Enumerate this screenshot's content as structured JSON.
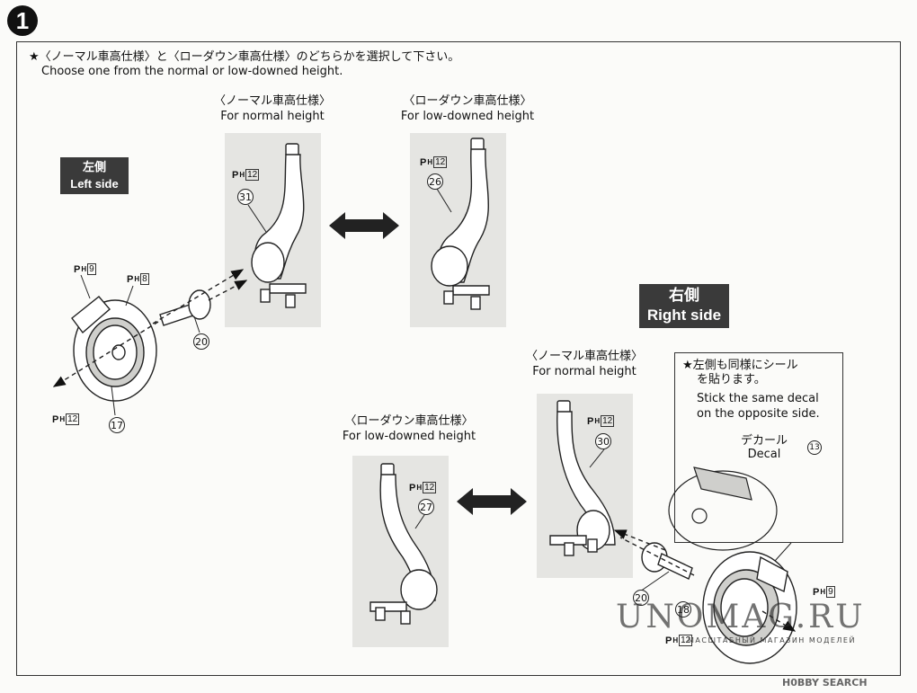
{
  "step": "1",
  "intro": {
    "jp": "★〈ノーマル車高仕様〉と〈ローダウン車高仕様〉のどちらかを選択して下さい。",
    "en": "Choose one from the normal or low-downed height."
  },
  "left_side": {
    "jp": "左側",
    "en": "Left side"
  },
  "right_side": {
    "jp": "右側",
    "en": "Right side"
  },
  "normal_height": {
    "jp": "〈ノーマル車高仕様〉",
    "en": "For normal height"
  },
  "low_height": {
    "jp": "〈ローダウン車高仕様〉",
    "en": "For low-downed height"
  },
  "note": {
    "jp1": "★左側も同様にシール",
    "jp2": "を貼ります。",
    "en1": "Stick the same decal",
    "en2": "on the opposite side."
  },
  "decal": {
    "jp": "デカール",
    "en": "Decal",
    "num": "13"
  },
  "ph_prefix": "P",
  "ph_sub": "H",
  "parts": {
    "p31": "31",
    "p26": "26",
    "p30": "30",
    "p27": "27",
    "p20a": "20",
    "p17": "17",
    "p20b": "20",
    "p18": "18"
  },
  "runners": {
    "r12": "12",
    "r9": "9",
    "r8": "8"
  },
  "watermark": {
    "main": "UNOMAG.RU",
    "sub": "МАСШТАБНЫЙ МАГАЗИН МОДЕЛЕЙ"
  },
  "footer": "H0BBY SEARCH"
}
